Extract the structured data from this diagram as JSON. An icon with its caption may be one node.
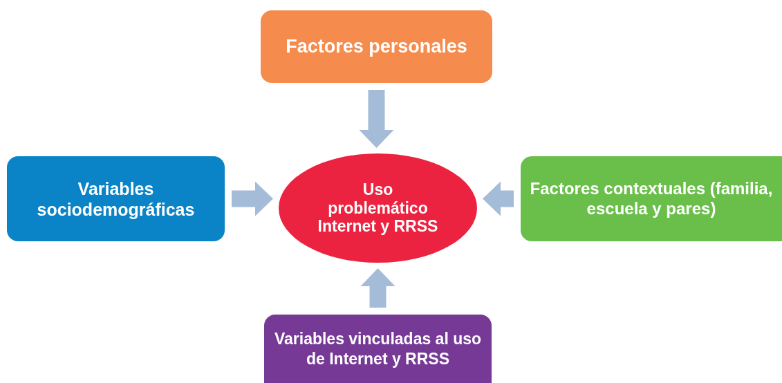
{
  "diagram": {
    "nodes": [
      {
        "text": [
          "Uso problemático Internet y RRSS"
        ]
      },
      {
        "text": [
          "Factores personales"
        ]
      },
      {
        "text": [
          "Variables sociodemográficas"
        ]
      },
      {
        "text": [
          "Factores contextuales (familia, escuela y pares)"
        ]
      },
      {
        "text": [
          "Variables vinculadas al uso de Internet y RRSS"
        ]
      }
    ],
    "edges": [
      {
        "from": 1,
        "to": 0,
        "arrow": "to"
      },
      {
        "from": 2,
        "to": 0,
        "arrow": "to"
      },
      {
        "from": 3,
        "to": 0,
        "arrow": "to"
      },
      {
        "from": 4,
        "to": 0,
        "arrow": "to"
      }
    ]
  }
}
